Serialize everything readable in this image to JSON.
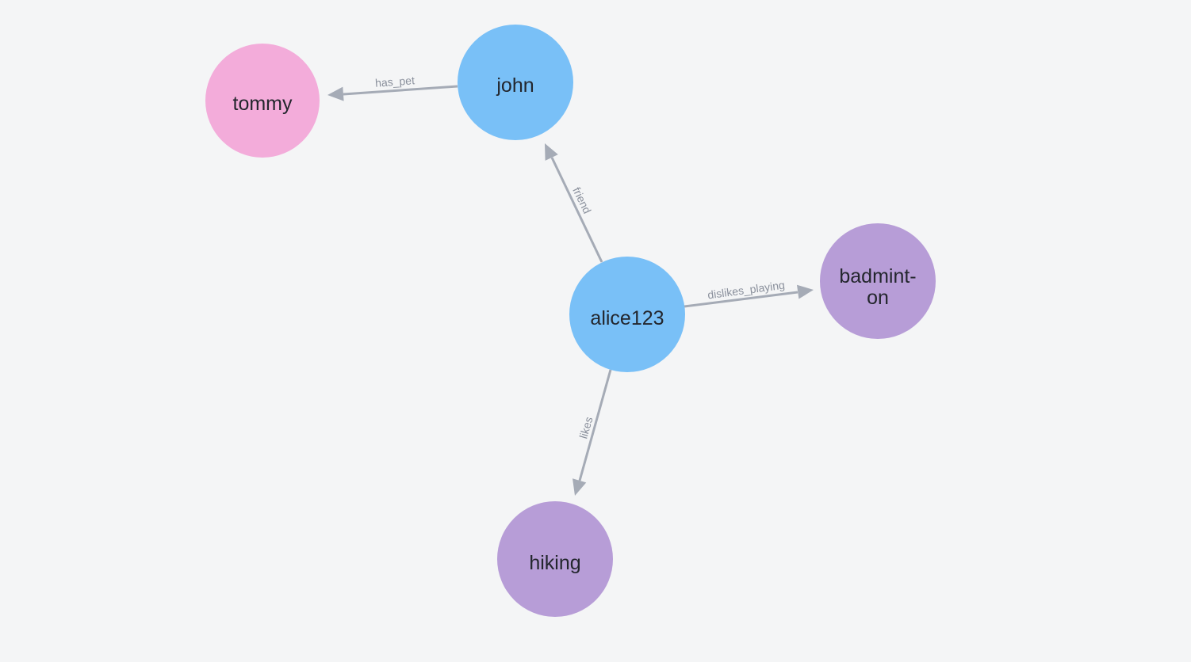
{
  "canvas": {
    "background_color": "#F4F5F6",
    "edge_color": "#A5ABB6",
    "edge_label_color": "#8A909C",
    "node_caption_color": "#23262D"
  },
  "nodes": [
    {
      "id": "tommy",
      "caption": "tommy",
      "color": "#F3ACDA"
    },
    {
      "id": "john",
      "caption": "john",
      "color": "#79C0F7"
    },
    {
      "id": "alice123",
      "caption": "alice123",
      "color": "#79C0F7"
    },
    {
      "id": "badminton",
      "caption": "badminton",
      "caption_display": [
        "badmint-",
        "on"
      ],
      "color": "#B79DD7"
    },
    {
      "id": "hiking",
      "caption": "hiking",
      "color": "#B79DD7"
    }
  ],
  "edges": [
    {
      "type": "has_pet",
      "source": "john",
      "target": "tommy"
    },
    {
      "type": "friend",
      "source": "alice123",
      "target": "john"
    },
    {
      "type": "dislikes_playing",
      "source": "alice123",
      "target": "badminton"
    },
    {
      "type": "likes",
      "source": "alice123",
      "target": "hiking"
    }
  ]
}
